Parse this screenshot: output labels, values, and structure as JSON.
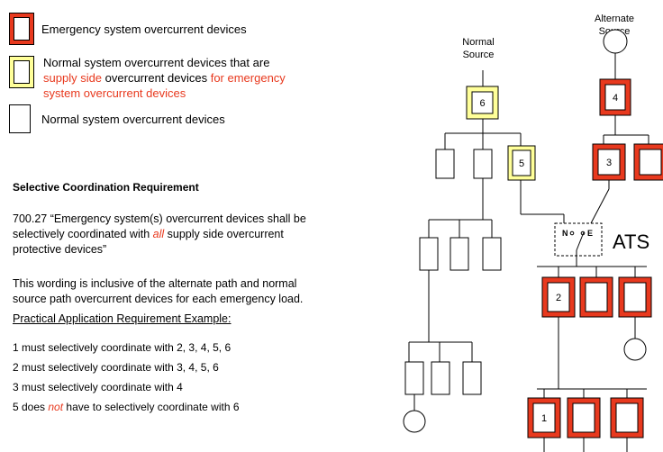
{
  "legend": {
    "emergency": "Emergency system overcurrent devices",
    "supply_line1": "Normal system overcurrent devices that are",
    "supply_line2_red1": "supply side",
    "supply_line2_black": " overcurrent devices ",
    "supply_line2_red2": "for emergency",
    "supply_line3_red": "system overcurrent devices",
    "normal": "Normal system overcurrent devices"
  },
  "requirement": {
    "heading": "Selective Coordination Requirement",
    "quote_line1": "700.27 “Emergency system(s) overcurrent devices shall be",
    "quote_line2_pre": "selectively  coordinated with ",
    "quote_line2_em": "all",
    "quote_line2_post": " supply side overcurrent",
    "quote_line3": "protective devices”",
    "note_line1": "This wording is inclusive of the alternate path and normal",
    "note_line2": "source path overcurrent devices for each emergency load.",
    "example_heading": "Practical Application Requirement Example:",
    "items": [
      "1 must selectively coordinate with 2, 3, 4, 5, 6",
      "2 must selectively coordinate with 3, 4, 5, 6",
      "3 must selectively coordinate with 4"
    ],
    "last_pre": "5 does ",
    "last_em": "not",
    "last_post": " have to selectively coordinate with 6"
  },
  "diagram": {
    "normal_source_line1": "Normal",
    "normal_source_line2": "Source",
    "alternate_source_line1": "Alternate",
    "alternate_source_line2": "Source",
    "ats_label": "ATS",
    "switch_n": "N",
    "switch_e": "E",
    "device_labels": {
      "d1": "1",
      "d2": "2",
      "d3": "3",
      "d4": "4",
      "d5": "5",
      "d6": "6"
    },
    "colors": {
      "emergency": "#e8391e",
      "supply_side": "#ffff99",
      "normal": "#ffffff"
    }
  }
}
